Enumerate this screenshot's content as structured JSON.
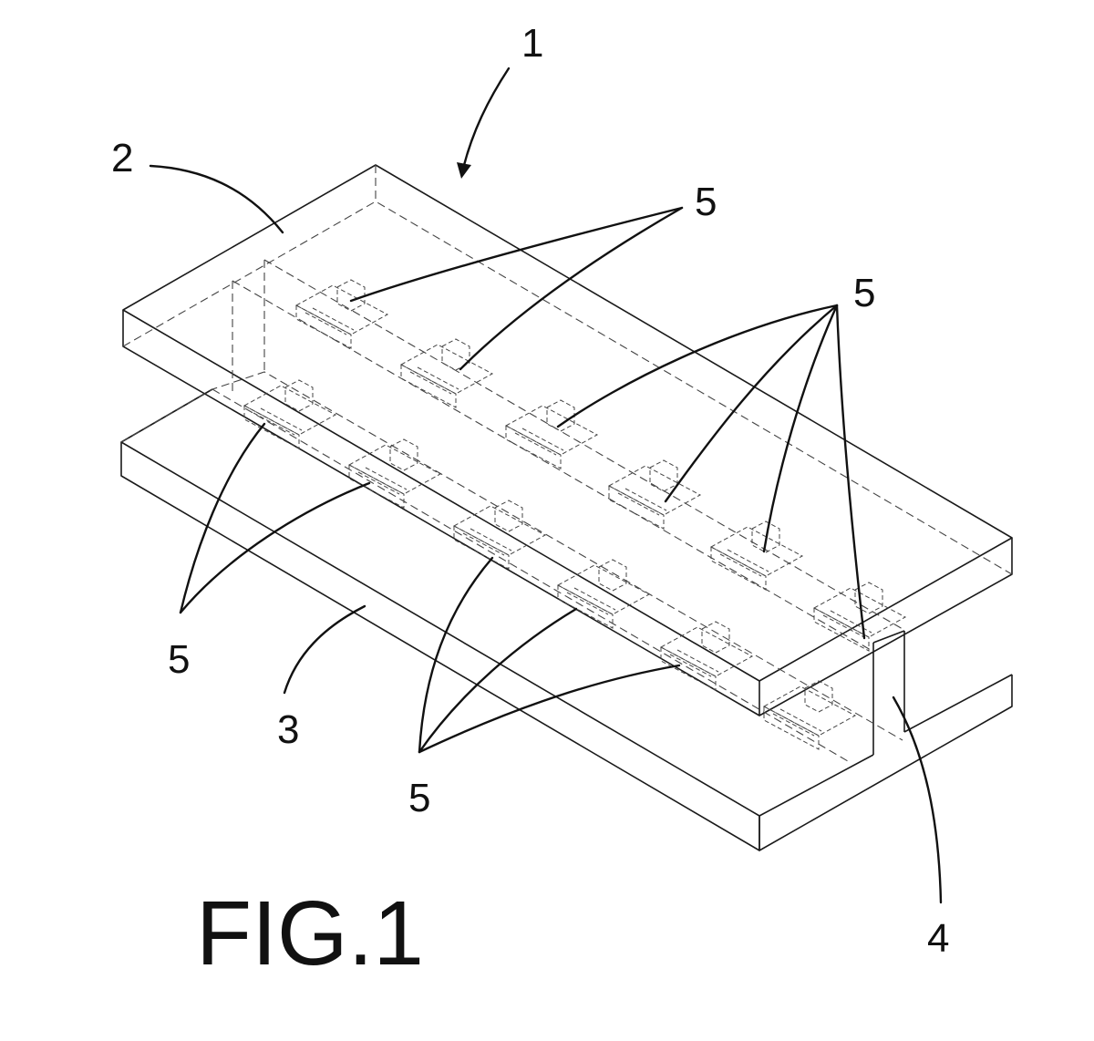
{
  "figure": {
    "title": "FIG.1",
    "labels": {
      "assembly": "1",
      "upper_plate": "2",
      "lower_plate": "3",
      "connector": "4",
      "element": "5"
    }
  }
}
